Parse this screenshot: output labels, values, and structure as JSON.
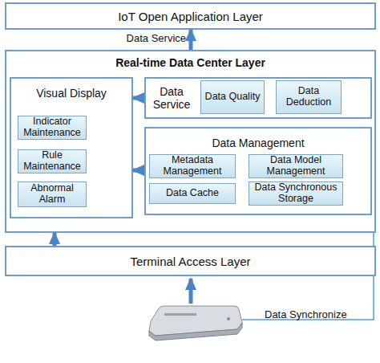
{
  "diagram": {
    "nodes": [
      {
        "text": [
          "IoT Open Application Layer"
        ]
      },
      {
        "text": [
          "Real-time Data Center Layer"
        ]
      },
      {
        "text": [
          "Visual Display"
        ],
        "in": 1
      },
      {
        "text": [
          "Indicator Maintenance"
        ],
        "in": 2
      },
      {
        "text": [
          "Rule Maintenance"
        ],
        "in": 2
      },
      {
        "text": [
          "Abnormal Alarm"
        ],
        "in": 2
      },
      {
        "text": [
          "Data Service"
        ],
        "in": 1
      },
      {
        "text": [
          "Data Quality"
        ],
        "in": 6
      },
      {
        "text": [
          "Data Deduction"
        ],
        "in": 6
      },
      {
        "text": [
          "Data Management"
        ],
        "in": 1
      },
      {
        "text": [
          "Metadata Management"
        ],
        "in": 9
      },
      {
        "text": [
          "Data Model Management"
        ],
        "in": 9
      },
      {
        "text": [
          "Data Cache"
        ],
        "in": 9
      },
      {
        "text": [
          "Data Synchronous Storage"
        ],
        "in": 9
      },
      {
        "text": [
          "Terminal Access Layer"
        ]
      }
    ],
    "edges": [
      {
        "from": 1,
        "to": 0,
        "arrow": "to",
        "label": "Data Service"
      },
      {
        "from": 6,
        "to": 2,
        "arrow": "to"
      },
      {
        "from": 9,
        "to": 2,
        "arrow": "to"
      },
      {
        "from": 14,
        "to": 1,
        "arrow": "to"
      }
    ],
    "labels": [
      "Data Synchronize"
    ]
  }
}
